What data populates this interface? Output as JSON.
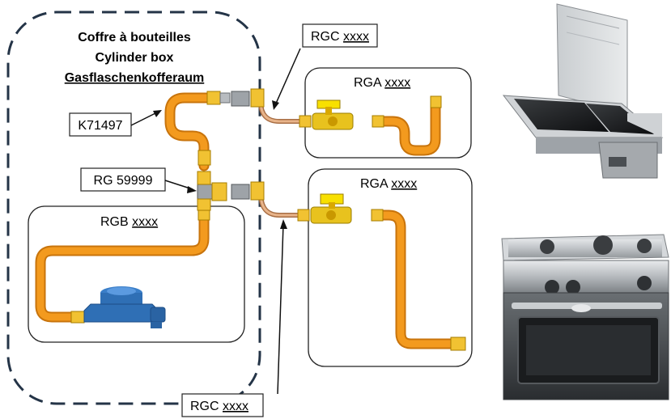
{
  "cylinder_box": {
    "title_fr": "Coffre à bouteilles",
    "title_en": "Cylinder box",
    "title_de": "Gasflaschenkofferaum"
  },
  "callouts": {
    "k_part": "K71497",
    "rg_part": "RG 59999",
    "rgc_top": {
      "prefix": "RGC ",
      "code": "xxxx"
    },
    "rgc_bottom": {
      "prefix": "RGC ",
      "code": "xxxx"
    }
  },
  "boxes": {
    "rga_top": {
      "prefix": "RGA ",
      "code": "xxxx"
    },
    "rga_bottom": {
      "prefix": "RGA ",
      "code": "xxxx"
    },
    "rgb": {
      "prefix": "RGB ",
      "code": "xxxx"
    }
  },
  "colors": {
    "hose": "#f39a1e",
    "hose_dark": "#c8740c",
    "brass": "#f1c232",
    "valve_yellow": "#f8e000",
    "regulator": "#2f6fb5",
    "copper": "#d89a6a",
    "steel": "#9ea3a8",
    "dashed_border": "#243447"
  },
  "images": {
    "top_right": "hob-with-glass-lid",
    "bottom_right": "gas-cooker-with-oven"
  }
}
